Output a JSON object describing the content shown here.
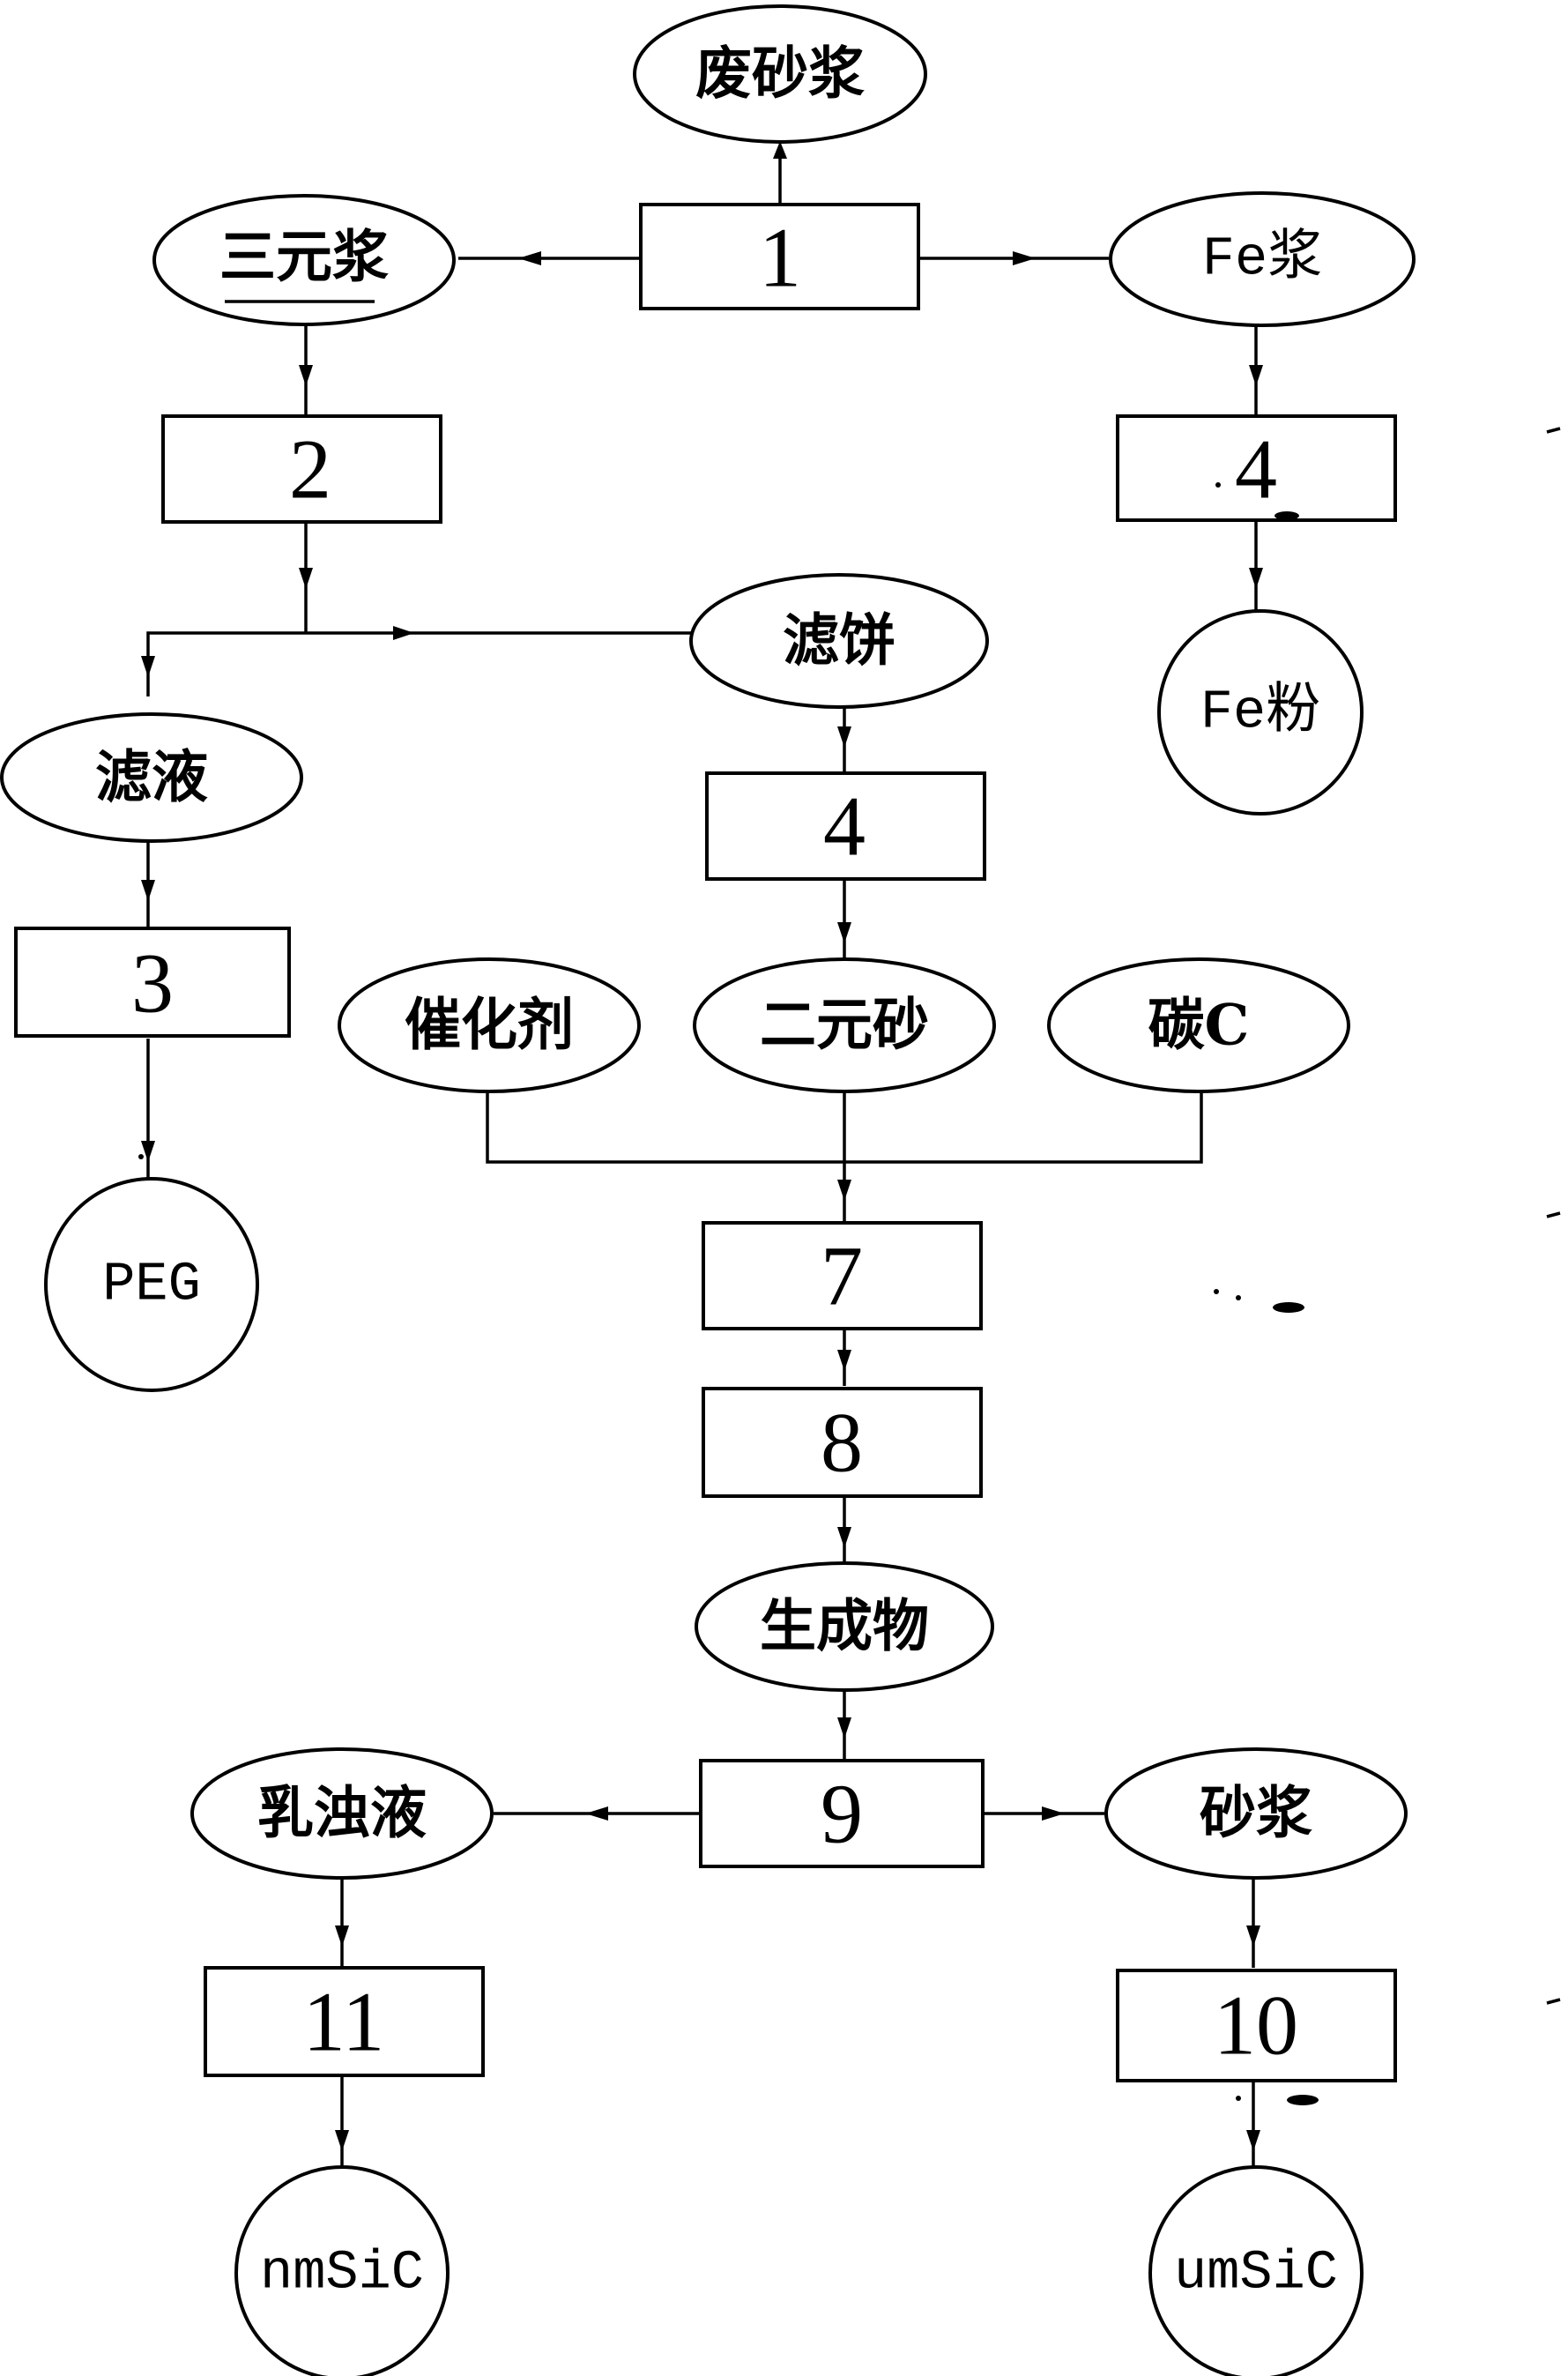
{
  "nodes": {
    "waste_slurry": "废砂浆",
    "ternary_slurry": "三元浆",
    "fe_slurry": "Fe浆",
    "filter_cake": "滤饼",
    "filtrate": "滤液",
    "fe_powder": "Fe粉",
    "catalyst": "催化剂",
    "binary_sand": "二元砂",
    "carbon": "碳C",
    "peg": "PEG",
    "product": "生成物",
    "emulsion": "乳浊液",
    "sand_slurry": "砂浆",
    "nm_sic": "nmSiC",
    "um_sic": "umSiC"
  },
  "steps": {
    "s1": "1",
    "s2": "2",
    "s3": "3",
    "s4_fe": "4",
    "s4_cake": "4",
    "s7": "7",
    "s8": "8",
    "s9": "9",
    "s10": "10",
    "s11": "11"
  }
}
